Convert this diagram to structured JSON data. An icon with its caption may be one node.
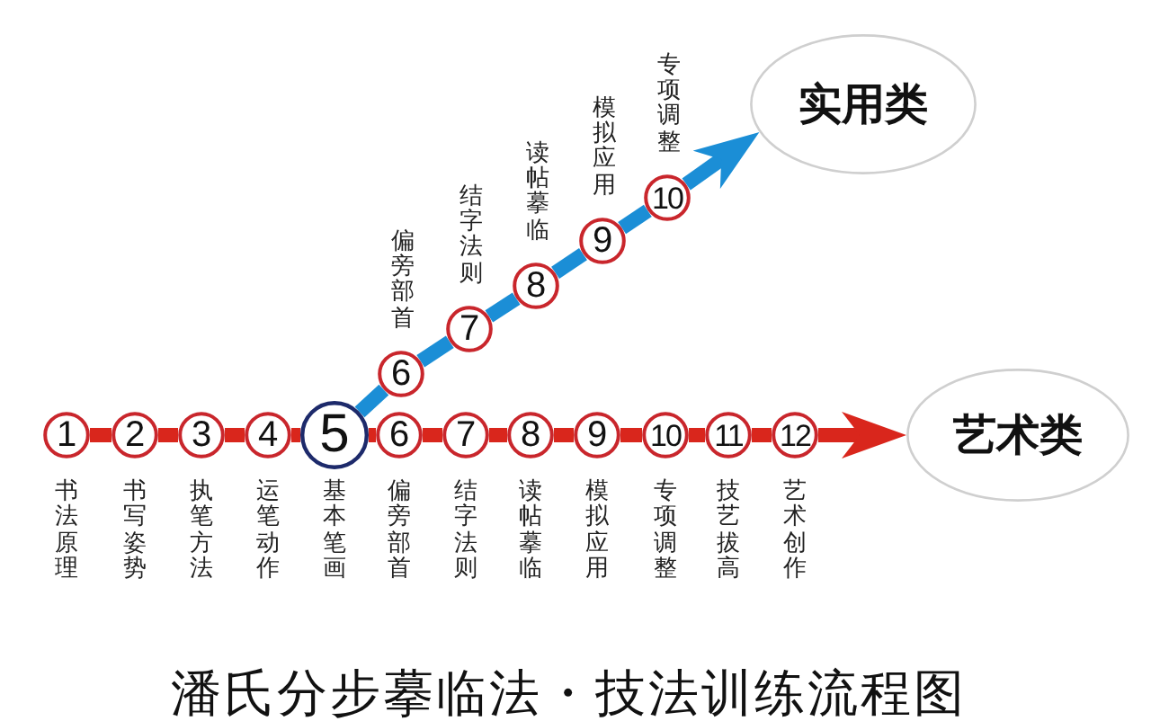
{
  "diagram": {
    "title": "潘氏分步摹临法・技法训练流程图",
    "nodes": [
      {
        "text": [
          "1"
        ],
        "beside": [
          "书法原理"
        ]
      },
      {
        "text": [
          "2"
        ],
        "beside": [
          "书写姿势"
        ]
      },
      {
        "text": [
          "3"
        ],
        "beside": [
          "执笔方法"
        ]
      },
      {
        "text": [
          "4"
        ],
        "beside": [
          "运笔动作"
        ]
      },
      {
        "text": [
          "5"
        ],
        "beside": [
          "基本笔画"
        ]
      },
      {
        "text": [
          "6"
        ],
        "beside": [
          "偏旁部首"
        ]
      },
      {
        "text": [
          "7"
        ],
        "beside": [
          "结字法则"
        ]
      },
      {
        "text": [
          "8"
        ],
        "beside": [
          "读帖摹临"
        ]
      },
      {
        "text": [
          "9"
        ],
        "beside": [
          "模拟应用"
        ]
      },
      {
        "text": [
          "10"
        ],
        "beside": [
          "专项调整"
        ]
      },
      {
        "text": [
          "11"
        ],
        "beside": [
          "技艺拔高"
        ]
      },
      {
        "text": [
          "12"
        ],
        "beside": [
          "艺术创作"
        ]
      },
      {
        "text": [
          "6"
        ],
        "beside": [
          "偏旁部首"
        ]
      },
      {
        "text": [
          "7"
        ],
        "beside": [
          "结字法则"
        ]
      },
      {
        "text": [
          "8"
        ],
        "beside": [
          "读帖摹临"
        ]
      },
      {
        "text": [
          "9"
        ],
        "beside": [
          "模拟应用"
        ]
      },
      {
        "text": [
          "10"
        ],
        "beside": [
          "专项调整"
        ]
      },
      {
        "text": [
          "实用类"
        ]
      },
      {
        "text": [
          "艺术类"
        ]
      }
    ],
    "edges": [
      {
        "from": 0,
        "to": 1,
        "arrow": "none"
      },
      {
        "from": 1,
        "to": 2,
        "arrow": "none"
      },
      {
        "from": 2,
        "to": 3,
        "arrow": "none"
      },
      {
        "from": 3,
        "to": 4,
        "arrow": "none"
      },
      {
        "from": 4,
        "to": 5,
        "arrow": "none"
      },
      {
        "from": 5,
        "to": 6,
        "arrow": "none"
      },
      {
        "from": 6,
        "to": 7,
        "arrow": "none"
      },
      {
        "from": 7,
        "to": 8,
        "arrow": "none"
      },
      {
        "from": 8,
        "to": 9,
        "arrow": "none"
      },
      {
        "from": 9,
        "to": 10,
        "arrow": "none"
      },
      {
        "from": 10,
        "to": 11,
        "arrow": "none"
      },
      {
        "from": 11,
        "to": 18,
        "arrow": "to"
      },
      {
        "from": 4,
        "to": 12,
        "arrow": "none",
        "color": "#1b8ed6"
      },
      {
        "from": 12,
        "to": 13,
        "arrow": "none",
        "color": "#1b8ed6"
      },
      {
        "from": 13,
        "to": 14,
        "arrow": "none",
        "color": "#1b8ed6"
      },
      {
        "from": 14,
        "to": 15,
        "arrow": "none",
        "color": "#1b8ed6"
      },
      {
        "from": 15,
        "to": 16,
        "arrow": "none",
        "color": "#1b8ed6"
      },
      {
        "from": 16,
        "to": 17,
        "arrow": "to",
        "color": "#1b8ed6"
      }
    ]
  }
}
